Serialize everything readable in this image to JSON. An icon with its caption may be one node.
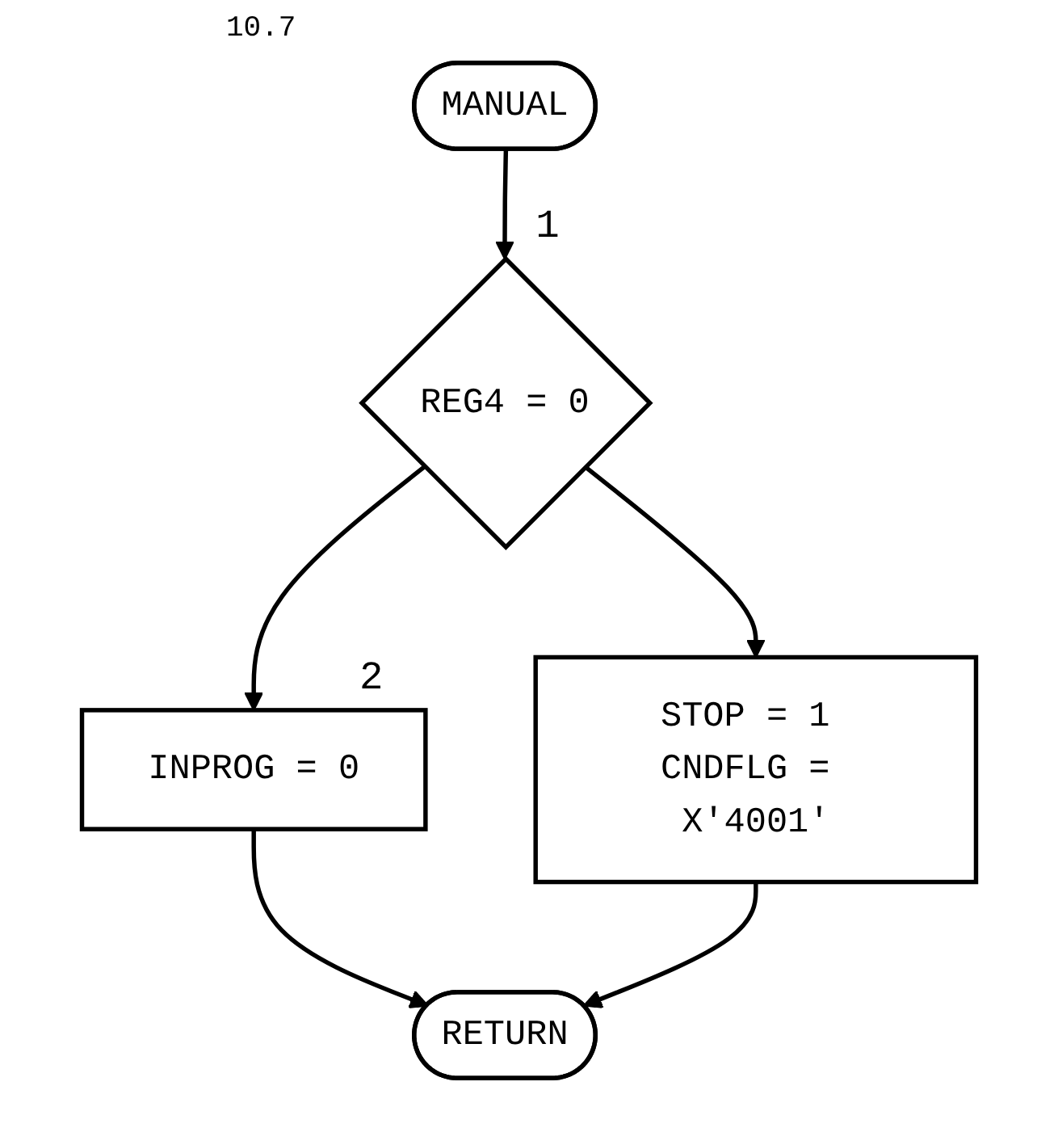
{
  "diagram": {
    "nodes": [
      {
        "text": [
          "MANUAL"
        ]
      },
      {
        "text": [
          "REG4 = 0"
        ],
        "beside": [
          "1"
        ]
      },
      {
        "text": [
          "INPROG = 0"
        ],
        "beside": [
          "2"
        ]
      },
      {
        "text": [
          "STOP = 1 CNDFLG = X'4001'"
        ]
      },
      {
        "text": [
          "RETURN"
        ]
      }
    ],
    "edges": [
      {
        "from": 0,
        "to": 1,
        "arrow": "to"
      },
      {
        "from": 1,
        "to": 2,
        "arrow": "to"
      },
      {
        "from": 1,
        "to": 3,
        "arrow": "to"
      },
      {
        "from": 2,
        "to": 4,
        "arrow": "to"
      },
      {
        "from": 3,
        "to": 4,
        "arrow": "to"
      }
    ],
    "labels": [
      "10.7"
    ]
  }
}
